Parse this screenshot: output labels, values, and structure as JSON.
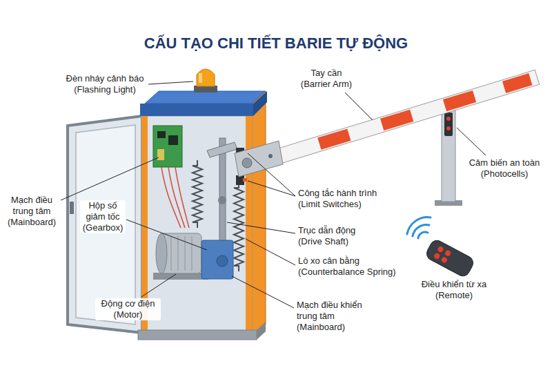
{
  "diagram": {
    "title": "CẤU TẠO CHI TIẾT BARIE TỰ ĐỘNG",
    "labels": [
      "Đèn nháy cảnh báo (Flashing Light)",
      "Tay cần (Barrier Arm)",
      "Mạch điều trung tâm (Mainboard)",
      "Hộp số giảm tốc (Gearbox)",
      "Công tắc hành trình (Limit Switches)",
      "Cảm biến an toàn (Photocells)",
      "Trục dẫn động (Drive Shaft)",
      "Lò xo cân bằng (Counterbalance Spring)",
      "Điều khiển từ xa (Remote)",
      "Động cơ điện (Motor)",
      "Mạch điều khiển trung tâm (Mainboard)"
    ]
  }
}
